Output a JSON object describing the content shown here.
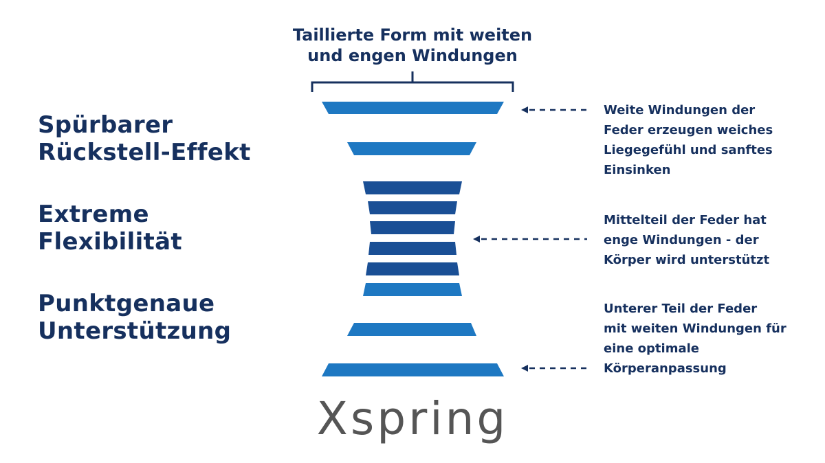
{
  "top_caption": {
    "line1": "Taillierte Form mit weiten",
    "line2": "und engen Windungen"
  },
  "features": [
    {
      "line1": "Spürbarer",
      "line2": "Rückstell-Effekt"
    },
    {
      "line1": "Extreme",
      "line2": "Flexibilität"
    },
    {
      "line1": "Punktgenaue",
      "line2": "Unterstützung"
    }
  ],
  "notes": [
    {
      "lines": [
        "Weite Windungen der",
        "Feder erzeugen weiches",
        "Liegegefühl und sanftes",
        "Einsinken"
      ]
    },
    {
      "lines": [
        "Mittelteil der Feder hat",
        "enge Windungen - der",
        "Körper wird unterstützt"
      ]
    },
    {
      "lines": [
        "Unterer Teil der Feder",
        "mit weiten Windungen für",
        "eine optimale",
        "Körperanpassung"
      ]
    }
  ],
  "brand": "Xspring",
  "colors": {
    "text": "#16305e",
    "coil_light": "#1e78c2",
    "coil_dark": "#1a4f95",
    "brand": "#555555"
  },
  "icons": [
    "bracket-icon",
    "arrow-left-icon"
  ]
}
